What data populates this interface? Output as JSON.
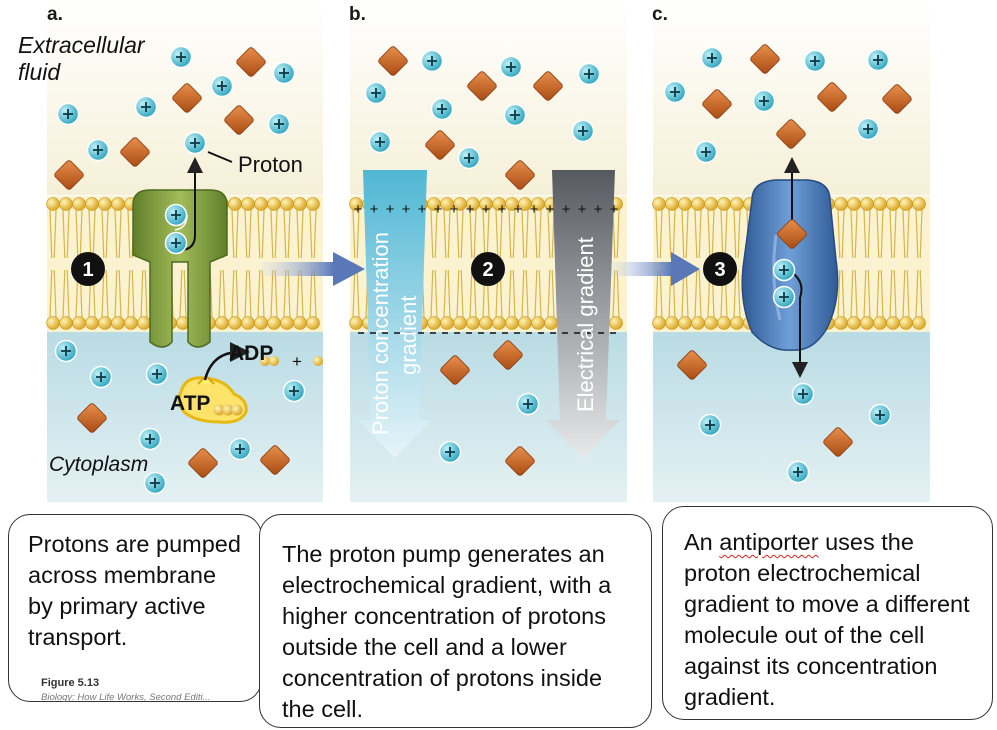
{
  "panels": {
    "a": {
      "label": "a.",
      "extracellular_label": [
        "Extracellular",
        "fluid"
      ],
      "proton_label": "Proton",
      "step": "1",
      "adp_label": "ADP",
      "plus_sign": "+",
      "atp_label": "ATP",
      "cytoplasm_label": "Cytoplasm"
    },
    "b": {
      "label": "b.",
      "step": "2",
      "proton_gradient_label": [
        "Proton concentration",
        "gradient"
      ],
      "electrical_gradient_label": "Electrical gradient"
    },
    "c": {
      "label": "c.",
      "step": "3"
    }
  },
  "captions": {
    "a": "Protons are pumped across membrane by primary active transport.",
    "b": "The proton pump generates an electrochemical gradient, with a higher concentration of protons outside the cell and a lower concentration of protons inside the cell.",
    "c_word": "antiporter",
    "c_pre": "An ",
    "c_post": " uses the proton electrochemical gradient to move a different molecule out of the cell against its concentration gradient."
  },
  "figure_caption": {
    "title": "Figure 5.13",
    "source": "Biology: How Life Works, Second Editi..."
  },
  "colors": {
    "extracellular": "#ffffff",
    "cytoplasm": "#cfe6ec",
    "membrane_head": "#f2c94c",
    "proton": "#4fbcd1",
    "solute": "#c8621f",
    "pump": "#8faa45",
    "antiporter": "#4f7fbf",
    "arrow": "#5a78b8"
  },
  "icons": {
    "proton": "proton-circle-plus-icon",
    "solute": "solute-diamond-icon",
    "arrow": "process-arrow-icon"
  }
}
